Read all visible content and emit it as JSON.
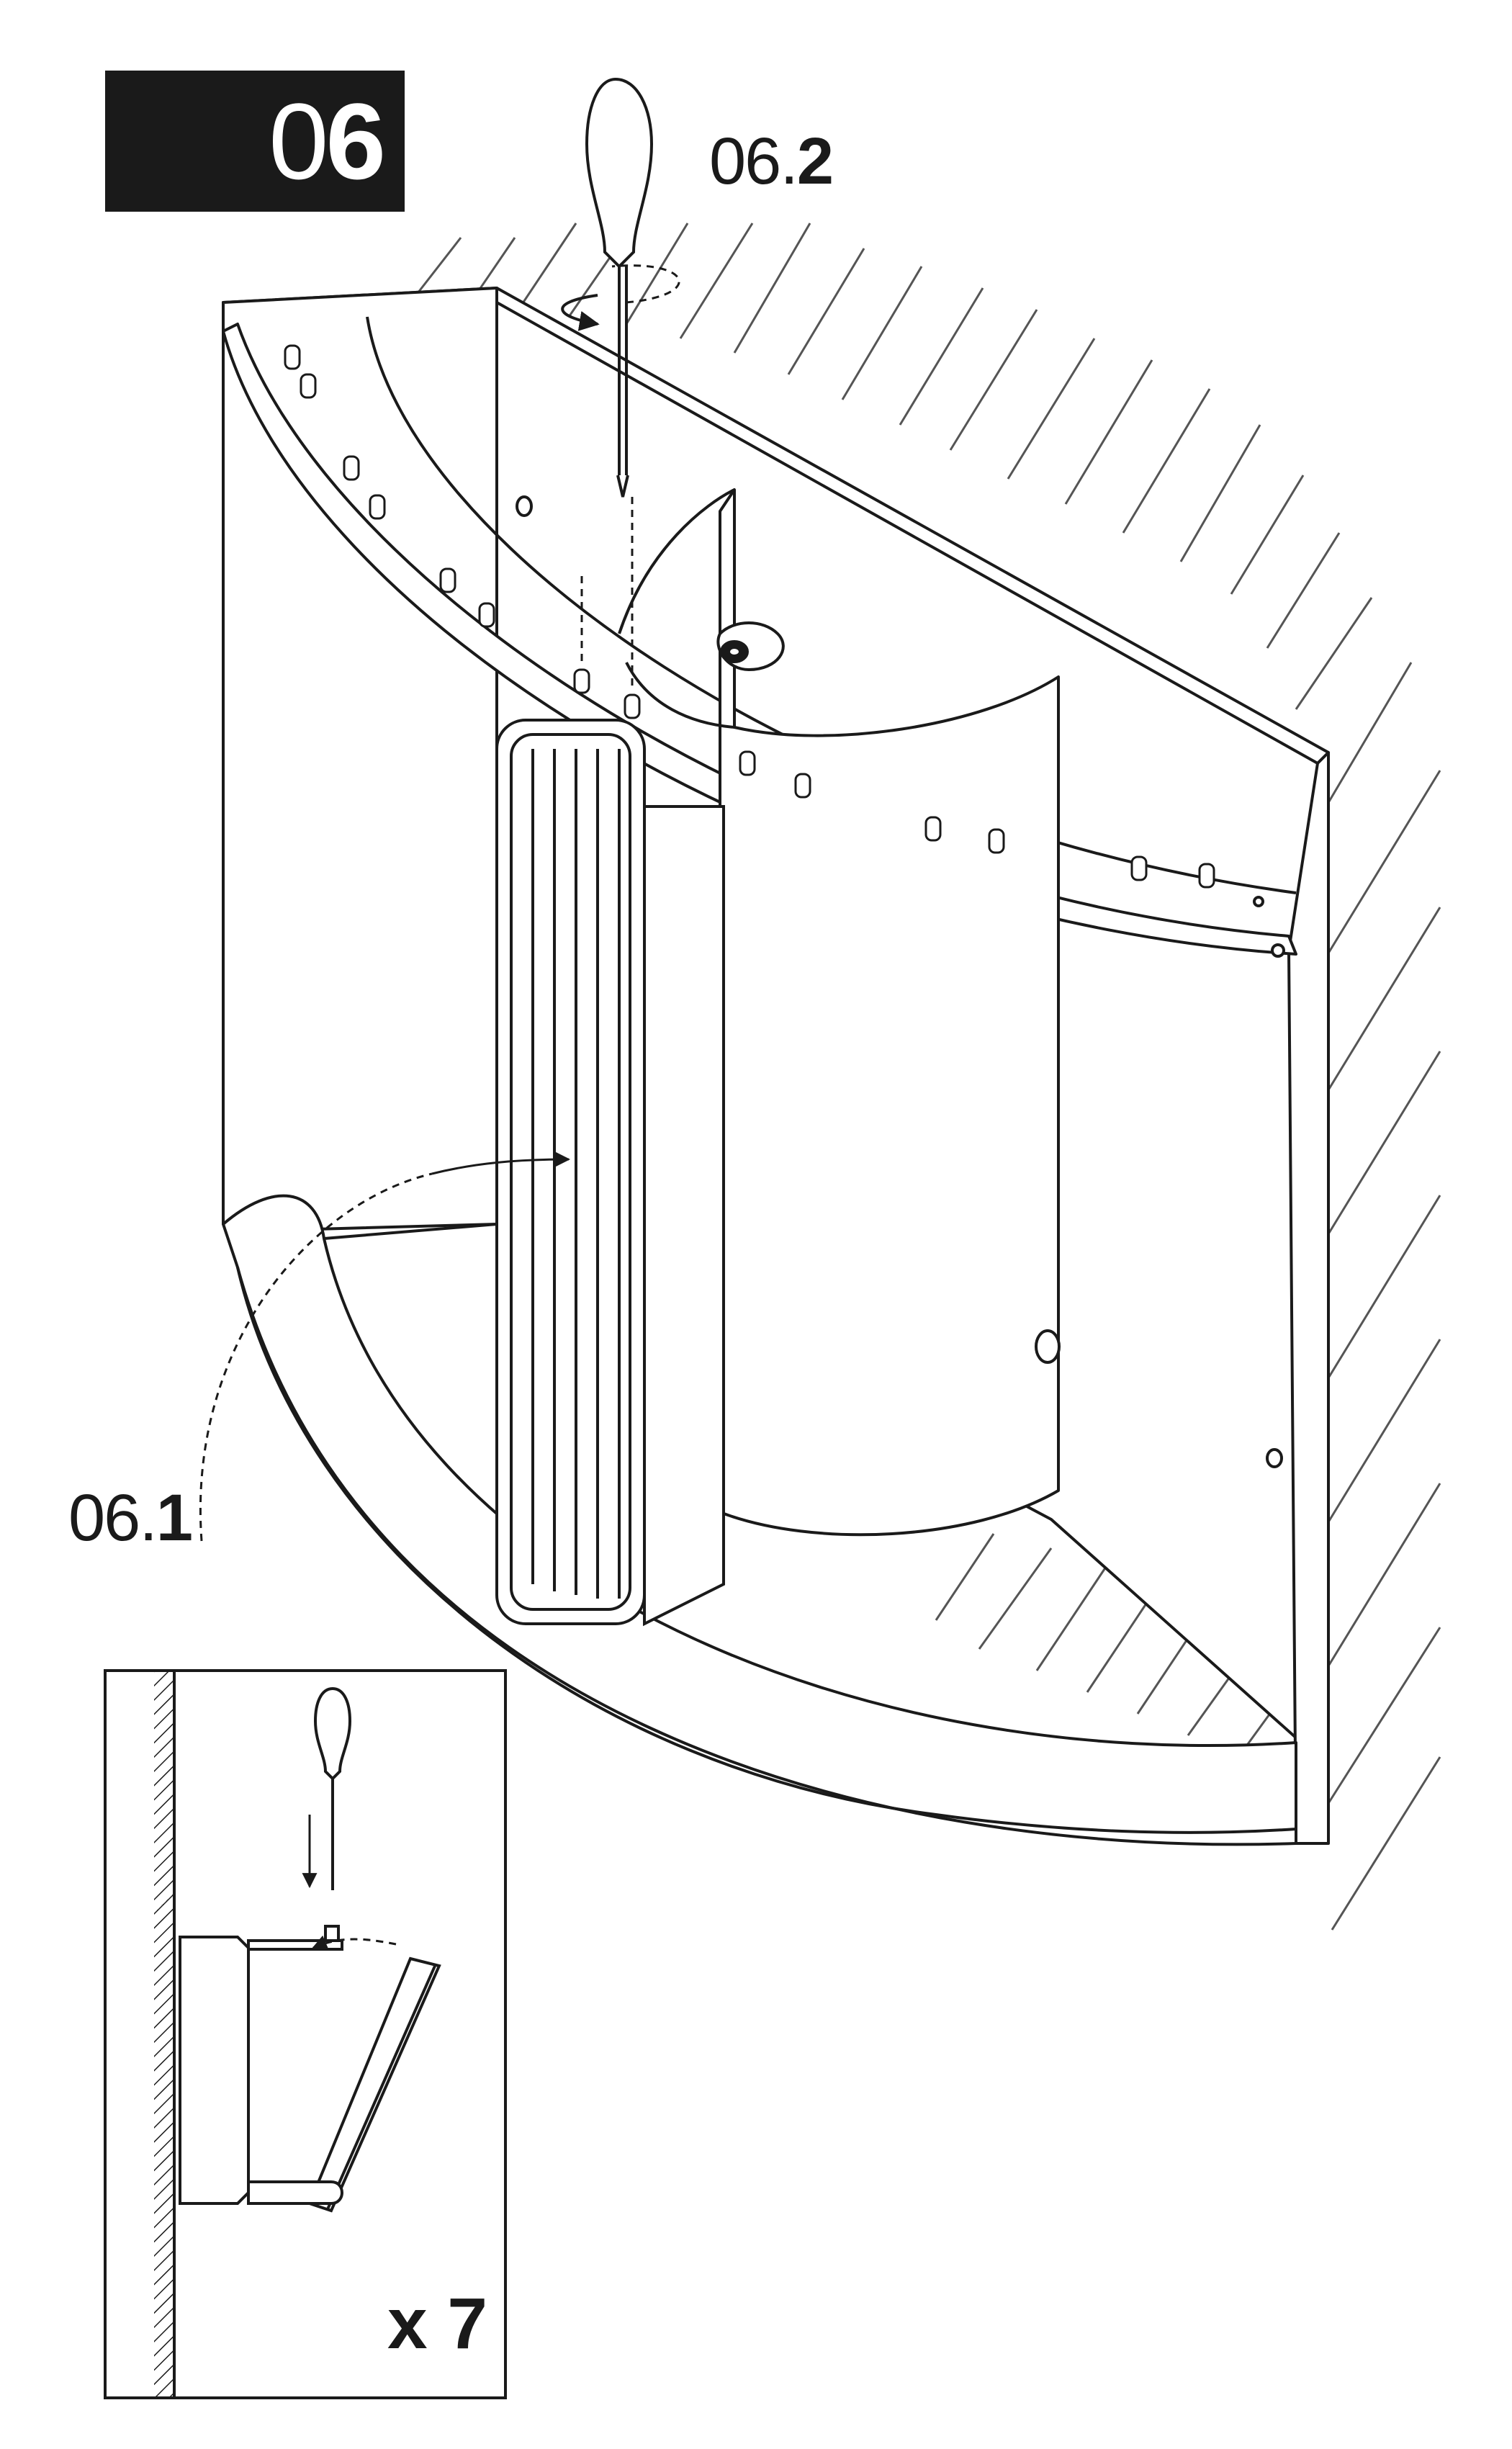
{
  "step": {
    "prefix": "0",
    "number": "6"
  },
  "callouts": {
    "c2": {
      "prefix": "06.",
      "num": "2"
    },
    "c1": {
      "prefix": "06.",
      "num": "1"
    }
  },
  "detail": {
    "quantity": "x 7"
  },
  "colors": {
    "ink": "#1a1a1a",
    "hatch": "#555555",
    "paper": "#ffffff"
  }
}
